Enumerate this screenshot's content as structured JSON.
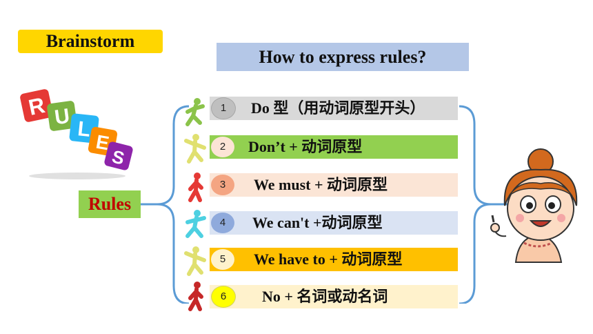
{
  "header": {
    "brainstorm_label": "Brainstorm",
    "question": "How to express rules?"
  },
  "left": {
    "rules_label": "Rules"
  },
  "rules": [
    {
      "num": "1",
      "text": "Do 型（用动词原型开头）"
    },
    {
      "num": "2",
      "text": "Don’t + 动词原型"
    },
    {
      "num": "3",
      "text": "We must + 动词原型"
    },
    {
      "num": "4",
      "text": "We can't +动词原型"
    },
    {
      "num": "5",
      "text": "We have to + 动词原型"
    },
    {
      "num": "6",
      "text": "No + 名词或动名词"
    }
  ],
  "logo_letters": [
    "R",
    "U",
    "L",
    "E",
    "S"
  ],
  "colors": {
    "accent_yellow": "#ffd600",
    "question_blue": "#b4c7e7",
    "rules_green": "#92d050",
    "rules_red": "#c00000",
    "bracket_blue": "#5b9bd5"
  },
  "icons": [
    "running-figure-icon",
    "cartoon-girl-icon",
    "rules-blocks-logo"
  ]
}
